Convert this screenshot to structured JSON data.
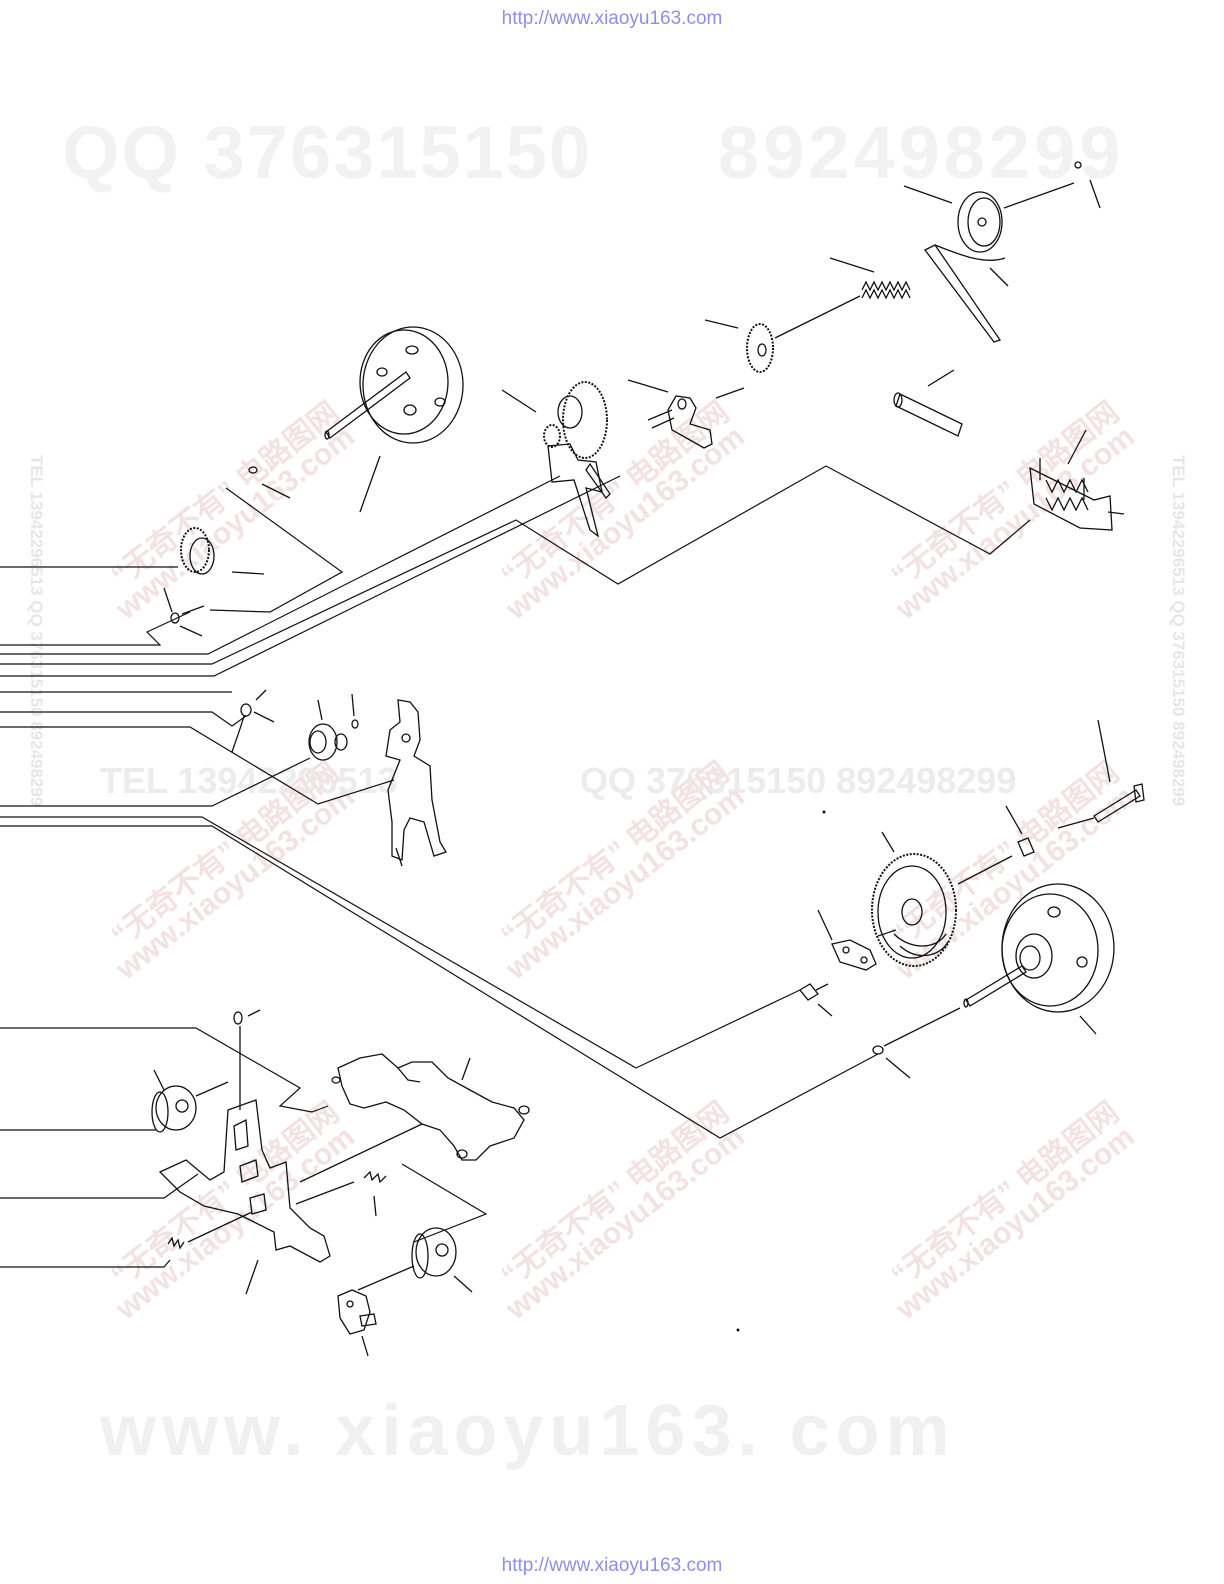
{
  "header": {
    "url": "http://www.xiaoyu163.com"
  },
  "footer": {
    "url": "http://www.xiaoyu163.com"
  },
  "watermarks": {
    "qq": "QQ 376315150",
    "qq2": "892498299",
    "tel": "TEL 13942296513",
    "qq_mid": "QQ 376315150 892498299",
    "site": "www. xiaoyu163. com",
    "cn": "“无奇不有” 电路图网",
    "site_small": "www.xiaoyu163.com",
    "side_left": "TEL 13942296513 QQ 376315150 892498299",
    "side_right": "TEL 13942296513 QQ 376315150 892498299"
  },
  "colors": {
    "line": "#111111",
    "url": "#8e8ee6",
    "watermark": "#f2f2f2"
  }
}
